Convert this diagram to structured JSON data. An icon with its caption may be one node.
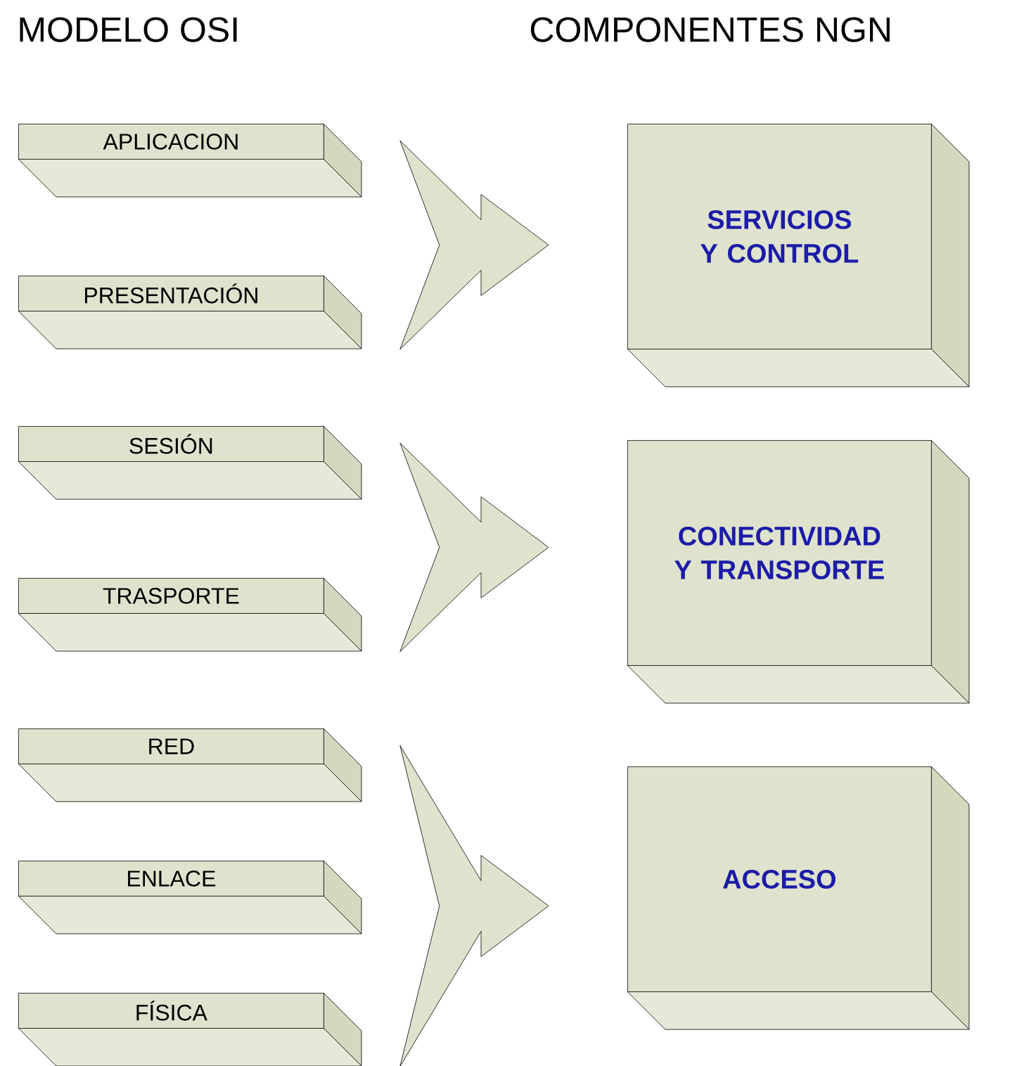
{
  "diagram": {
    "nodes": [
      {
        "text": [
          "APLICACION"
        ]
      },
      {
        "text": [
          "PRESENTACIÓN"
        ]
      },
      {
        "text": [
          "SESIÓN"
        ]
      },
      {
        "text": [
          "TRASPORTE"
        ]
      },
      {
        "text": [
          "RED"
        ]
      },
      {
        "text": [
          "ENLACE"
        ]
      },
      {
        "text": [
          "FÍSICA"
        ]
      },
      {
        "text": [
          "SERVICIOS Y CONTROL"
        ]
      },
      {
        "text": [
          "CONECTIVIDAD Y TRANSPORTE"
        ]
      },
      {
        "text": [
          "ACCESO"
        ]
      }
    ],
    "edges": [
      {
        "from": 0,
        "to": 7,
        "arrow": "to"
      },
      {
        "from": 1,
        "to": 7,
        "arrow": "to"
      },
      {
        "from": 2,
        "to": 8,
        "arrow": "to"
      },
      {
        "from": 3,
        "to": 8,
        "arrow": "to"
      },
      {
        "from": 4,
        "to": 9,
        "arrow": "to"
      },
      {
        "from": 5,
        "to": 9,
        "arrow": "to"
      },
      {
        "from": 6,
        "to": 9,
        "arrow": "to"
      }
    ],
    "labels": [
      "MODELO OSI",
      "COMPONENTES NGN"
    ]
  }
}
